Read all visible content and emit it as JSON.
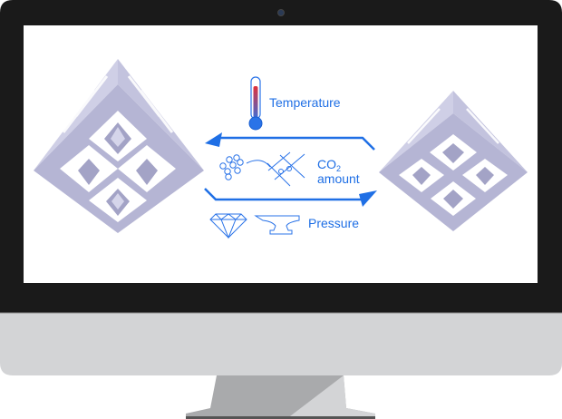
{
  "labels": {
    "temperature": "Temperature",
    "co2_main": "CO",
    "co2_sub": "2",
    "amount": "amount",
    "pressure": "Pressure"
  },
  "colors": {
    "accent": "#1f6fe5",
    "bezel": "#1a1a1a",
    "chin": "#d3d4d6",
    "stand_dark": "#a9aaac",
    "stand_light": "#d3d4d6",
    "cube_face": "#b9b9d6",
    "cube_dark": "#9d9dc0",
    "thermo_red": "#e0303a"
  }
}
